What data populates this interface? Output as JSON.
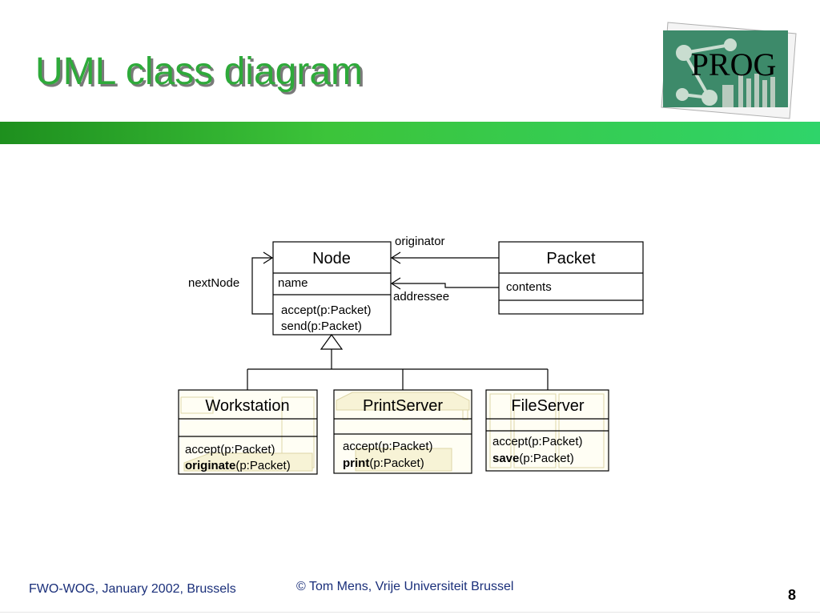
{
  "slide": {
    "title": "UML class diagram",
    "footer_left": "FWO-WOG, January 2002, Brussels",
    "footer_center": "© Tom Mens, Vrije Universiteit Brussel",
    "page_number": "8"
  },
  "logo": {
    "text": "PROG"
  },
  "colors": {
    "accent": "#2eaa3a",
    "footer_text": "#1a2f7a",
    "bar_start": "#1e8f1e",
    "bar_end": "#2fd46a"
  },
  "diagram": {
    "classes": {
      "node": {
        "name": "Node",
        "attribute": "name",
        "op1": "accept(p:Packet)",
        "op2": "send(p:Packet)"
      },
      "packet": {
        "name": "Packet",
        "attribute": "contents"
      },
      "workstation": {
        "name": "Workstation",
        "op1": "accept(p:Packet)",
        "op2_bold": "originate",
        "op2_rest": "(p:Packet)"
      },
      "printserver": {
        "name": "PrintServer",
        "op1": "accept(p:Packet)",
        "op2_bold": "print",
        "op2_rest": "(p:Packet)"
      },
      "fileserver": {
        "name": "FileServer",
        "op1": "accept(p:Packet)",
        "op2_bold": "save",
        "op2_rest": "(p:Packet)"
      }
    },
    "roles": {
      "originator": "originator",
      "addressee": "addressee",
      "next_node": "nextNode"
    }
  }
}
